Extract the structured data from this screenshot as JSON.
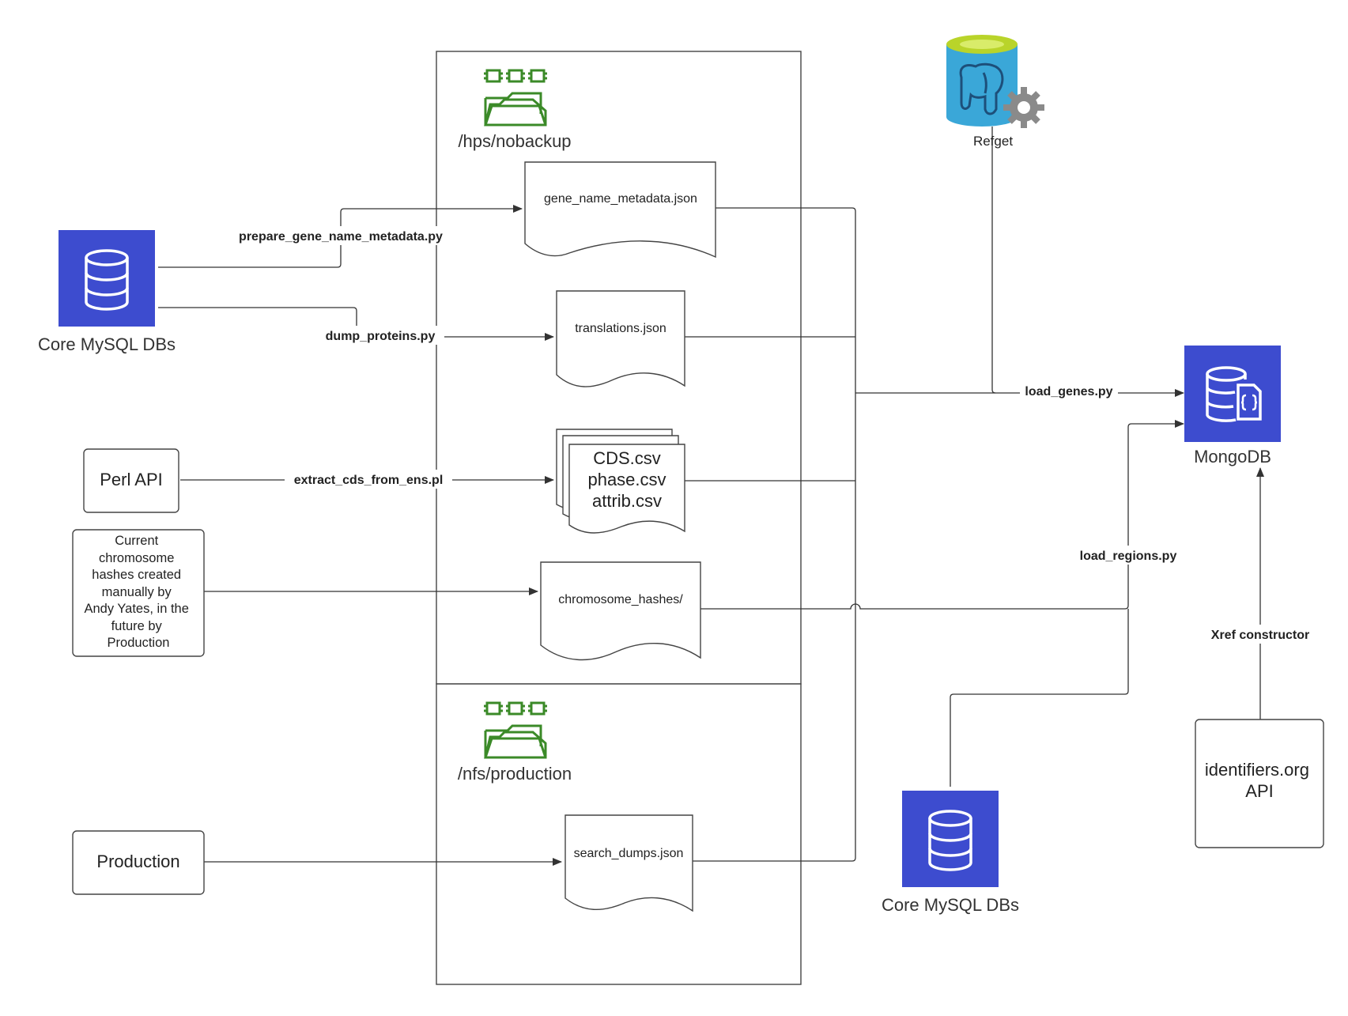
{
  "storage": {
    "top_label": "/hps/nobackup",
    "bottom_label": "/nfs/production"
  },
  "files": {
    "gene_name_metadata": "gene_name_metadata.json",
    "translations": "translations.json",
    "cds_lines": [
      "CDS.csv",
      "phase.csv",
      "attrib.csv"
    ],
    "chromosome_hashes": "chromosome_hashes/",
    "search_dumps": "search_dumps.json"
  },
  "sources": {
    "core_mysql_top": "Core MySQL DBs",
    "perl_api": "Perl API",
    "current_hashes_lines": [
      "Current",
      "chromosome",
      "hashes created",
      "manually by",
      "Andy Yates, in the",
      "future by",
      "Production"
    ],
    "production": "Production",
    "core_mysql_bottom": "Core MySQL DBs",
    "identifiers_lines": [
      "identifiers.org",
      "API"
    ],
    "refget": "Refget",
    "mongodb": "MongoDB"
  },
  "edges": {
    "prepare_gene_name": "prepare_gene_name_metadata.py",
    "dump_proteins": "dump_proteins.py",
    "extract_cds": "extract_cds_from_ens.pl",
    "load_genes": "load_genes.py",
    "load_regions": "load_regions.py",
    "xref_constructor": "Xref constructor"
  },
  "colors": {
    "db_blue": "#3d4ccf",
    "folder_green": "#3b8a28",
    "postgres_cyan": "#3aa7d8",
    "postgres_lime": "#b9d42a",
    "gear_gray": "#8a8a8a",
    "line": "#333333"
  }
}
